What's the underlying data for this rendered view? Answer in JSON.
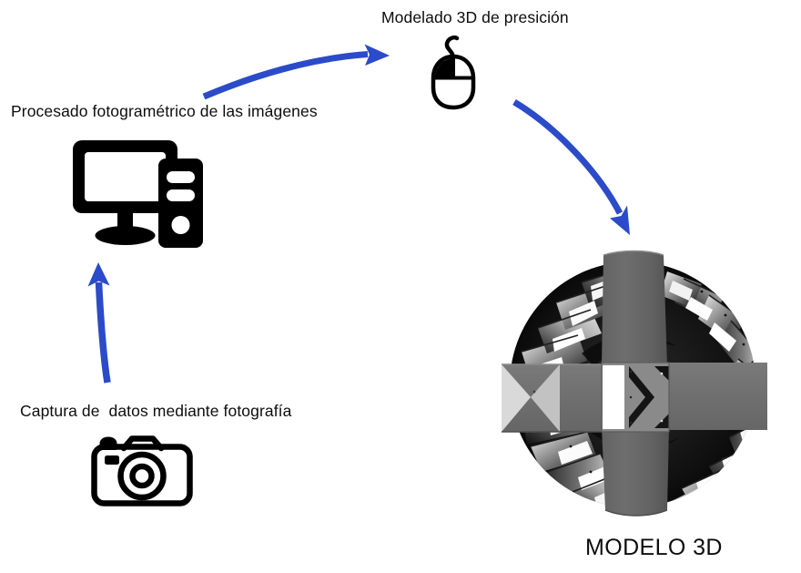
{
  "diagram": {
    "title_implied": "Flujo de trabajo de fotogrametría",
    "background_color": "#ffffff",
    "arrow_color": "#2b4bc8",
    "icon_color": "#000000",
    "text_color": "#0d0d0d"
  },
  "labels": {
    "capture": "Captura de  datos mediante fotografía",
    "processing": "Procesado fotogramétrico de las imágenes",
    "modeling": "Modelado 3D de presición",
    "model_result": "MODELO 3D"
  },
  "icons": {
    "camera": "camera-icon",
    "computer": "desktop-computer-icon",
    "mouse": "computer-mouse-icon",
    "model": "3d-model-render"
  },
  "arrows": [
    {
      "name": "arrow-capture-to-processing",
      "from": "camera-icon",
      "to": "desktop-computer-icon",
      "direction": "up",
      "color": "#2b4bc8"
    },
    {
      "name": "arrow-processing-to-modeling",
      "from": "desktop-computer-icon",
      "to": "computer-mouse-icon",
      "direction": "up-right",
      "color": "#2b4bc8"
    },
    {
      "name": "arrow-modeling-to-model",
      "from": "computer-mouse-icon",
      "to": "3d-model-render",
      "direction": "down-right",
      "color": "#2b4bc8"
    }
  ],
  "model_render": {
    "description": "Renderizado 3D en escala de grises de un conjunto radial de placas planas formando una esfera con una banda central en cruz",
    "palette": [
      "#ffffff",
      "#e8e8e8",
      "#c9c9c9",
      "#9a9a9a",
      "#6f6f6f",
      "#4a4a4a",
      "#2a2a2a",
      "#0d0d0d"
    ]
  }
}
